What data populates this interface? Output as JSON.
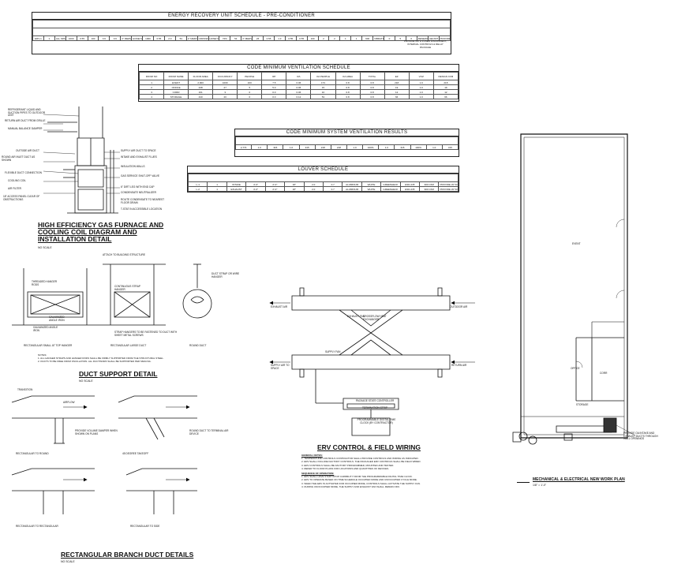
{
  "erv_schedule": {
    "title": "ENERGY RECOVERY UNIT SCHEDULE - PRE-CONDITIONER",
    "row": [
      "ERV-1",
      "1",
      "ALL SPACES",
      "1000",
      "0.55",
      "100",
      "0.6",
      "0.6",
      "2\" MERV 8",
      "HONEYWELL",
      "1000",
      "0.55",
      "2.0",
      "54",
      "2\" MERV 8",
      "CROSSFLOW",
      "HONEYWELL",
      "72%",
      "54",
      "2\" MERV 8",
      "26",
      "0.55",
      "1.3",
      "0.55",
      "0.55",
      "100",
      "2",
      "2",
      "1",
      "1",
      "600",
      "VIBRATION",
      "0",
      "5",
      "0",
      "RENEWAIRE",
      "HE1XRT",
      "PROVIDE WITH FLOOR MOUNT KIT"
    ],
    "remark": "PROVIDE WITH FUSED DISCONNECT, INTERNAL CONTROLS & RELAY PACKAGE"
  },
  "vent_schedule": {
    "title": "CODE MINIMUM VENTILATION SCHEDULE",
    "headers": [
      "ROOM NO",
      "ROOM NAME",
      "FLOOR AREA",
      "OCCUPANCY",
      "PEOPLE",
      "RP",
      "RA",
      "OA PEOPLE",
      "OA AREA",
      "TOTAL",
      "EZ",
      "VOZ",
      "DESIGN CFM"
    ],
    "rows": [
      [
        "1",
        "EVENT",
        "2,900",
        "1000",
        "100",
        "7.5",
        "0.06",
        "174",
        "0.8",
        "0.8",
        "218",
        "1.0",
        "218"
      ],
      [
        "2",
        "OFFICE",
        "248",
        "27",
        "5",
        "5.0",
        "0.06",
        "15",
        "0.8",
        "0.8",
        "19",
        "1.0",
        "19"
      ],
      [
        "3",
        "CORR",
        "161",
        "3",
        "0",
        "0.0",
        "0.06",
        "10",
        "0.8",
        "0.8",
        "12",
        "1.0",
        "12"
      ],
      [
        "4",
        "STORAGE",
        "440",
        "20",
        "0",
        "0.0",
        "0.12",
        "53",
        "0.8",
        "0.8",
        "66",
        "1.0",
        "66"
      ]
    ]
  },
  "system_results": {
    "title": "CODE MINIMUM SYSTEM VENTILATION RESULTS",
    "values": [
      "2,773",
      "1.0",
      "315",
      "1.0",
      "315",
      "218",
      "218",
      "1.0",
      "100%",
      "1.0",
      "315",
      "100%",
      "1.0",
      "315"
    ]
  },
  "louver_schedule": {
    "title": "LOUVER SCHEDULE",
    "rows": [
      [
        "L-1",
        "1",
        "INTAKE",
        "4'-0\"",
        "2'-0\"",
        "18\"",
        "2.0",
        "0.7",
        "ALUMINUM",
        "WHITE",
        "GREENHECK",
        "ESD-435",
        "900 CFM",
        "PROVIDE W/ SCREEN"
      ],
      [
        "L-2",
        "1",
        "EXHAUST",
        "4'-0\"",
        "2'-0\"",
        "18\"",
        "2.0",
        "0.7",
        "ALUMINUM",
        "WHITE",
        "GREENHECK",
        "ESD-435",
        "900 CFM",
        "PROVIDE W/ SCREEN"
      ]
    ]
  },
  "furnace_detail": {
    "title": "HIGH EFFICIENCY GAS FURNACE AND COOLING COIL DIAGRAM AND INSTALLATION DETAIL",
    "scale": "NO SCALE",
    "labels_left": [
      "REFRIGERANT LIQUID AND SUCTION PIPES TO OUTDOOR UNIT",
      "RETURN AIR DUCT FROM GRILLE",
      "MANUAL BALANCE DAMPER",
      "OUTSIDE AIR DUCT",
      "ROUND AIR INLET DUCT AS SHOWN",
      "FLEXIBLE DUCT CONNECTION",
      "COOLING COIL",
      "AIR FILTER",
      "18\" ACCESS PANEL CLEAR OF OBSTRUCTIONS"
    ],
    "labels_right": [
      "SUPPLY AIR DUCT TO SPACE",
      "INTAKE AND EXHAUST FLUES",
      "INSULATION WALLS",
      "GAS SERVICE SHUT-OFF VALVE",
      "6\" DIRT LEG WITH END CAP",
      "CONDENSATE NEUTRALIZER",
      "ROUTE CONDENSATE TO NEAREST FLOOR DRAIN",
      "T-STAT IN ACCESSIBLE LOCATION"
    ]
  },
  "duct_support": {
    "title": "DUCT SUPPORT DETAIL",
    "scale": "NO SCALE",
    "labels": [
      "ATTACH TO BUILDING STRUCTURE",
      "THREADED HANGER RODS",
      "CONTINUOUS STRAP HANGER",
      "DUCT STRAP OR WIRE HANGER",
      "GALVANIZED ANGLE IRON",
      "GALVANIZED ANGLE IRON",
      "STRAP HANGERS TO BE FASTENED TO DUCT WITH SHEET METAL SCREWS"
    ],
    "captions": [
      "RECTANGULAR SMALL AT TOP HANGER",
      "RECTANGULAR LARGE DUCT",
      "ROUND DUCT"
    ],
    "notes": [
      "NOTES:",
      "1. ALL HANGER STRAPS AND HANGER RODS SHALL BE FIRMLY SUPPORTED FROM THE STRUCTURAL STEEL.",
      "2. DUCTS TO BE FREE FROM OSCILLATION. ALL DUCTWORK SHALL BE SUPPORTED PER SMACNA."
    ]
  },
  "branch_detail": {
    "title": "RECTANGULAR BRANCH DUCT DETAILS",
    "scale": "NO SCALE",
    "labels": [
      "TRANSITION",
      "AIRFLOW",
      "PROVIDE VOLUME DAMPER WHEN SHOWN ON PLANS",
      "ROUND DUCT TO TERMINAL AIR DEVICE"
    ],
    "captions": [
      "RECTANGULAR TO ROUND",
      "45 DEGREE TAKEOFF",
      "RECTANGULAR TO RECTANGULAR",
      "RECTANGULAR TO SIDE"
    ]
  },
  "erv_control": {
    "title": "ERV CONTROL & FIELD WIRING",
    "labels": [
      "EXHAUST AIR",
      "OUTDOOR AIR",
      "SUPPLY AIR TO SPACE",
      "RETURN AIR",
      "EXHAUST FAN",
      "SUPPLY FAN",
      "CROSSFLOW HEAT EXCHANGER",
      "PACKAGE STATE CONTROLLER",
      "TERMINATION STRIP",
      "PROGRAMMABLE DIGITAL TIME CLOCK (BY CONTRACTOR)"
    ],
    "notes_title": "GENERAL NOTES:",
    "notes": [
      "1. TEMPERATURE CONTROLS CONTRACTOR SHALL PROVIDE CONTROLS AND WIRING AS INDICATED.",
      "2. ERV SHALL INCLUDE FACTORY CONTROLS. THE PACKAGED ERV CONTROLS SHALL BE FIELD WIRED.",
      "3. ERV CONTROLS SHALL BE FACTORY PROGRAMMED, MOUNTED AND TESTED.",
      "4. REFER TO FLOOR PLANS FOR LOCATIONS AND QUANTITIES OF DEVICES."
    ],
    "sequence_title": "SEQUENCE OF OPERATION:",
    "sequence": [
      "1. ERV SHALL HAVE START/STOP CAPABILITY FROM THE PROGRAMMABLE DIGITAL TIME CLOCK.",
      "2. ERV TO OPERATE BASED ON TIME SCHEDULE OCCUPIED MODE AND UNOCCUPIED CYCLE MODE.",
      "3. WHEN THE ERV IS ACTIVATED FOR OCCUPIED MODE, CONTROLS SHALL ACTIVATE THE SUPPLY FAN.",
      "4. DURING UNOCCUPIED MODE, THE SUPPLY AND EXHAUST FAN SHALL REMAIN OFF."
    ]
  },
  "floor_plan": {
    "title": "MECHANICAL & ELECTRICAL NEW WORK PLAN",
    "scale": "1/8\" = 1'-0\"",
    "rooms": [
      "EVENT",
      "OFFICE",
      "CORR",
      "STORAGE"
    ],
    "callout": "PROVIDE OA INTAKE AND EXHAUST DUCTS THROUGH WALL OPENINGS"
  }
}
